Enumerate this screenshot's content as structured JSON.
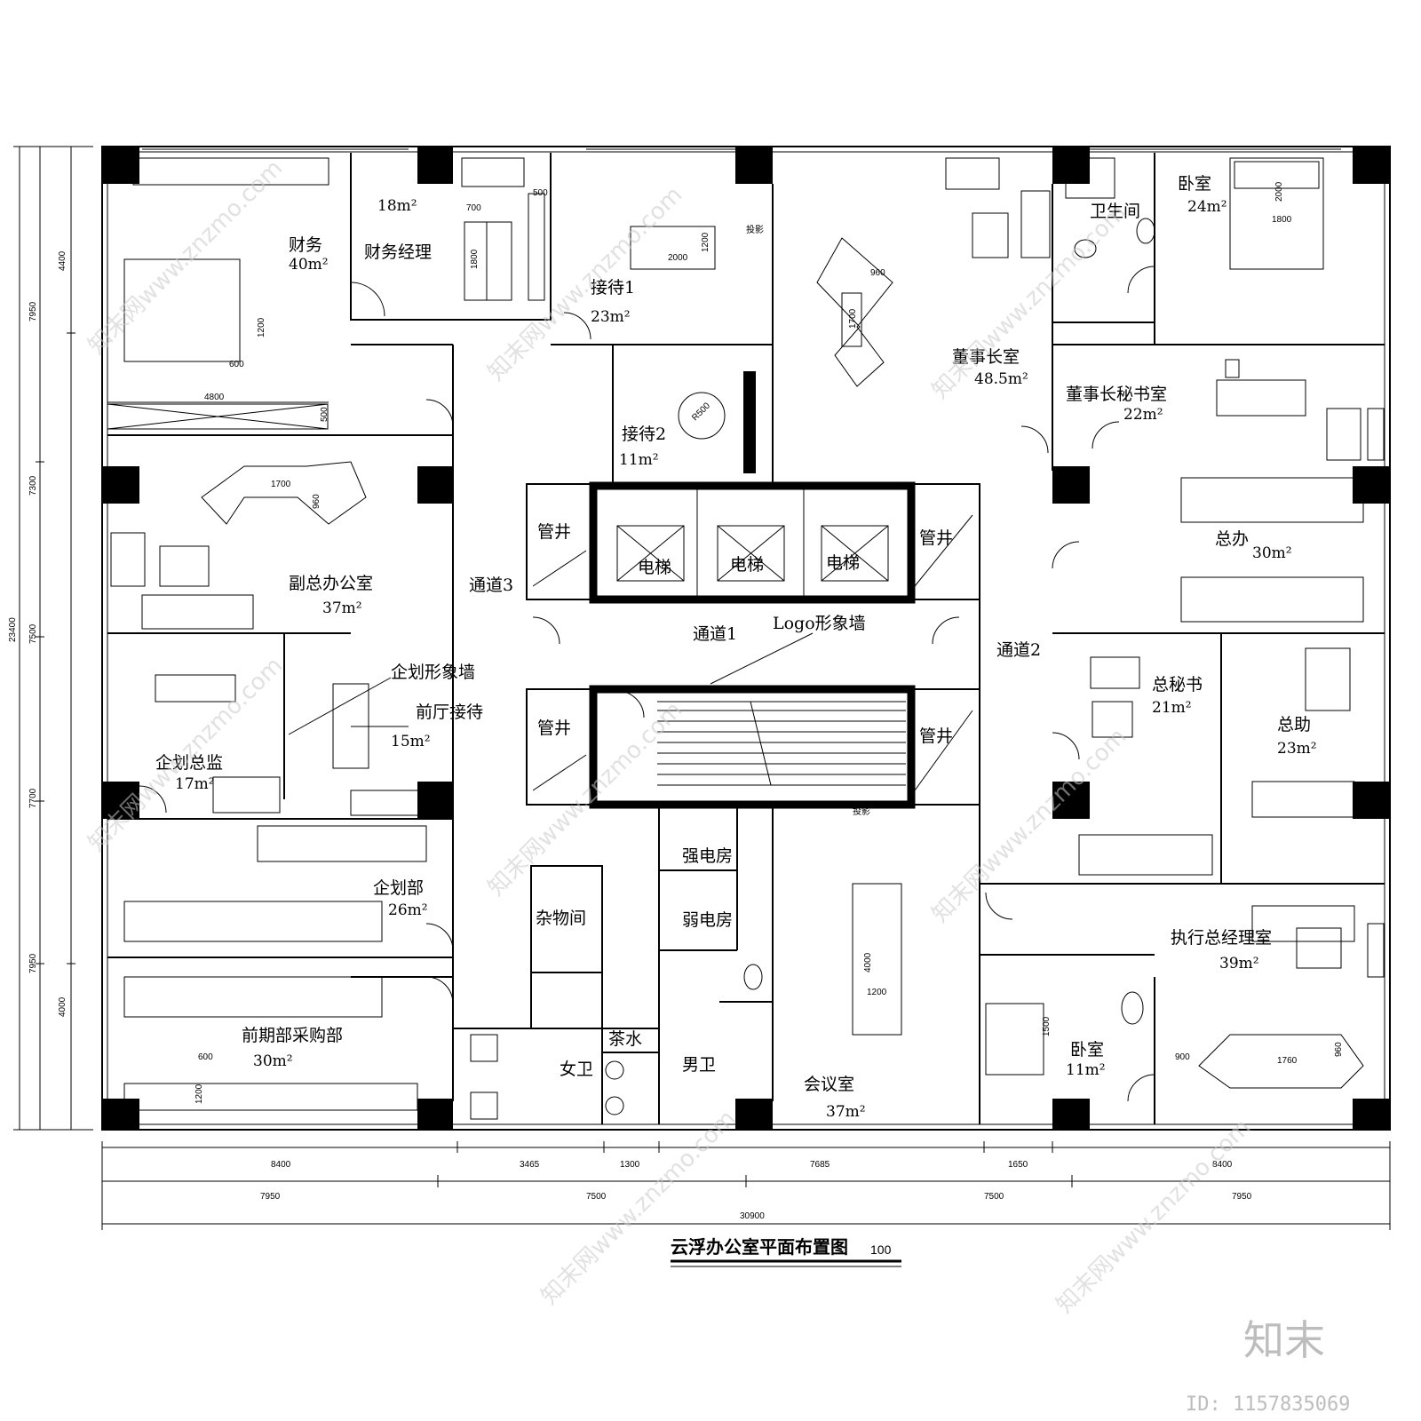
{
  "title": "云浮办公室平面布置图",
  "scale_suffix": "100",
  "watermark": {
    "text": "知末网www.znzmo.com",
    "brand": "知末",
    "id": "ID: 1157835069"
  },
  "rooms": [
    {
      "key": "caiwu",
      "name": "财务",
      "area": "40m²"
    },
    {
      "key": "caiwujl",
      "name": "财务经理",
      "area": "18m²"
    },
    {
      "key": "jiedai1",
      "name": "接待1",
      "area": "23m²"
    },
    {
      "key": "jiedai2",
      "name": "接待2",
      "area": "11m²"
    },
    {
      "key": "dongshizhang",
      "name": "董事长室",
      "area": "48.5m²"
    },
    {
      "key": "weishengjian",
      "name": "卫生间",
      "area": ""
    },
    {
      "key": "woshi1",
      "name": "卧室",
      "area": "24m²"
    },
    {
      "key": "mishu",
      "name": "董事长秘书室",
      "area": "22m²"
    },
    {
      "key": "fuzong",
      "name": "副总办公室",
      "area": "37m²"
    },
    {
      "key": "zongban",
      "name": "总办",
      "area": "30m²"
    },
    {
      "key": "qihuazj",
      "name": "企划总监",
      "area": "17m²"
    },
    {
      "key": "qianting",
      "name": "前厅接待",
      "area": "15m²"
    },
    {
      "key": "zongmishu",
      "name": "总秘书",
      "area": "21m²"
    },
    {
      "key": "zongzhu",
      "name": "总助",
      "area": "23m²"
    },
    {
      "key": "qihuabu",
      "name": "企划部",
      "area": "26m²"
    },
    {
      "key": "qianqi",
      "name": "前期部采购部",
      "area": "30m²"
    },
    {
      "key": "huiyi",
      "name": "会议室",
      "area": "37m²"
    },
    {
      "key": "zhixing",
      "name": "执行总经理室",
      "area": "39m²"
    },
    {
      "key": "woshi2",
      "name": "卧室",
      "area": "11m²"
    }
  ],
  "labels": {
    "tongdao1": "通道1",
    "tongdao2": "通道2",
    "tongdao3": "通道3",
    "guanjing": "管井",
    "dianti": "电梯",
    "logo": "Logo形象墙",
    "qihuaxx": "企划形象墙",
    "qiangdian": "强电房",
    "ruodian": "弱电房",
    "zawu": "杂物间",
    "chashui": "茶水",
    "nvwei": "女卫",
    "nanwei": "男卫",
    "touying": "投影"
  },
  "furniture_dims": {
    "d700": "700",
    "d500a": "500",
    "d1800": "1800",
    "d2000a": "2000",
    "d1200a": "1200",
    "d960a": "960",
    "d1700a": "1700",
    "d2000b": "2000",
    "d1800b": "1800",
    "d1200b": "1200",
    "d600a": "600",
    "d4800": "4800",
    "d500b": "500",
    "dR500": "R500",
    "d1700b": "1700",
    "d960b": "960",
    "d4000a": "4000",
    "d1200c": "1200",
    "d1500": "1500",
    "d900": "900",
    "d1760": "1760",
    "d960c": "960",
    "d600b": "600",
    "d1200d": "1200"
  },
  "dimensions": {
    "bottom_row1": [
      "8400",
      "3465",
      "1300",
      "7685",
      "1650",
      "8400"
    ],
    "bottom_row2": [
      "7950",
      "7500",
      "7500",
      "7950"
    ],
    "bottom_total": "30900",
    "left_inner": [
      "4400",
      "4000"
    ],
    "left_mid": [
      "7950",
      "7300",
      "7500",
      "7700",
      "7950"
    ],
    "left_total": "23400"
  }
}
